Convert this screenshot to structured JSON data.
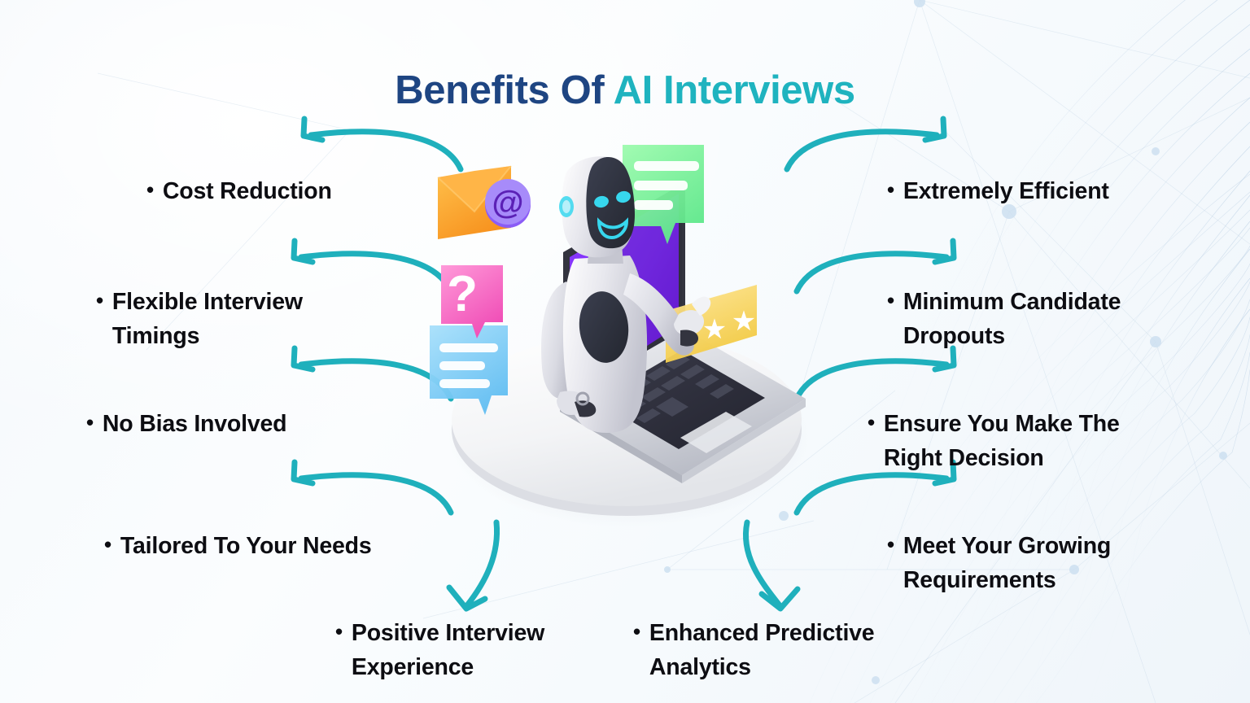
{
  "title": {
    "primary": "Benefits Of ",
    "accent": "AI Interviews"
  },
  "colors": {
    "title_primary": "#1e4582",
    "title_accent": "#1fb3bf",
    "arrow": "#1fb0bc",
    "text": "#0d0d12",
    "background": "#f7fafd",
    "laptop_screen": "#7b2ff7",
    "bubble_green": "#7ef29d",
    "bubble_blue": "#72c7f5",
    "bubble_pink": "#f564c0",
    "envelope_orange": "#f99d1c",
    "at_symbol_purple": "#8b5cf6",
    "stars_yellow": "#f7d560"
  },
  "bullet_glyph": "•",
  "benefits": {
    "left": [
      {
        "id": "cost-reduction",
        "label": "Cost Reduction"
      },
      {
        "id": "flexible-interview-timings",
        "label": "Flexible Interview Timings"
      },
      {
        "id": "no-bias-involved",
        "label": "No Bias Involved"
      },
      {
        "id": "tailored-to-your-needs",
        "label": "Tailored To Your Needs"
      }
    ],
    "right": [
      {
        "id": "extremely-efficient",
        "label": "Extremely Efficient"
      },
      {
        "id": "minimum-candidate-dropouts",
        "label": "Minimum Candidate Dropouts"
      },
      {
        "id": "ensure-you-make-the-right-decision",
        "label": "Ensure You Make The Right Decision"
      },
      {
        "id": "meet-your-growing-requirements",
        "label": "Meet Your Growing Requirements"
      }
    ],
    "bottom": [
      {
        "id": "positive-interview-experience",
        "label": "Positive Interview Experience"
      },
      {
        "id": "enhanced-predictive-analytics",
        "label": "Enhanced Predictive Analytics"
      }
    ]
  },
  "illustration": {
    "name": "robot-emerging-from-laptop",
    "elements": [
      "robot-character",
      "laptop-device",
      "circular-platform",
      "envelope-icon",
      "at-symbol-icon",
      "green-chat-bubble",
      "blue-chat-bubble",
      "pink-question-bubble",
      "star-rating-card"
    ],
    "question_mark": "?",
    "at_symbol": "@",
    "star_glyph": "★",
    "star_count": 3
  }
}
